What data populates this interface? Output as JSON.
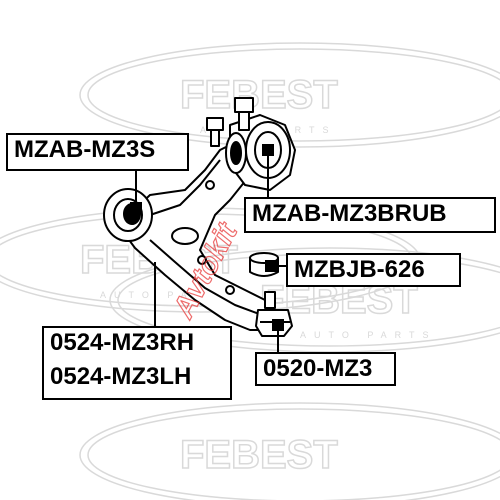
{
  "watermark": {
    "brand_text": "FEBEST",
    "tagline": "AUTO PARTS",
    "overlay_text": "Avtokit"
  },
  "callouts": {
    "mzab_mz3s": "MZAB-MZ3S",
    "mzab_mz3brub": "MZAB-MZ3BRUB",
    "mzbjb_626": "MZBJB-626",
    "control_arm_rh": "0524-MZ3RH",
    "control_arm_lh": "0524-MZ3LH",
    "ball_joint": "0520-MZ3"
  },
  "colors": {
    "line": "#000000",
    "watermark": "#d9d9d9",
    "overlay_red": "#e83a3a"
  }
}
